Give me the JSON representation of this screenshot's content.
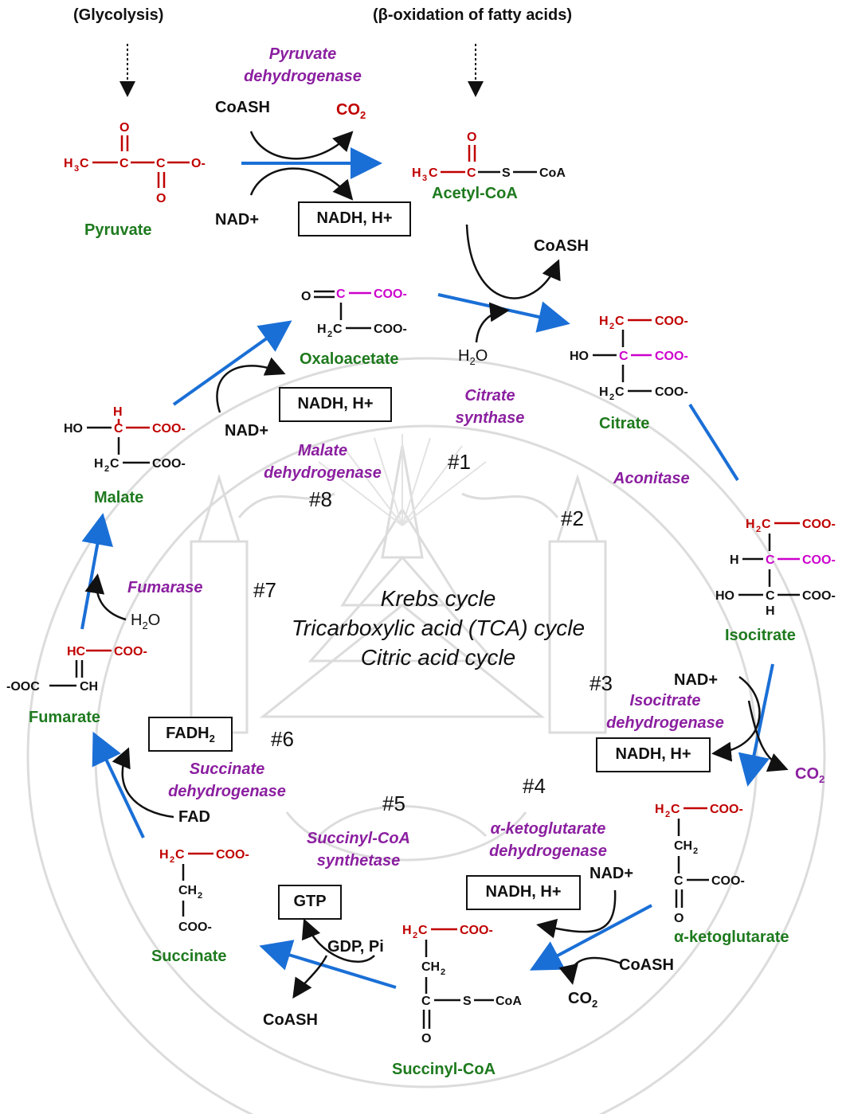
{
  "top": {
    "glycolysis": "(Glycolysis)",
    "beta_oxidation": "(β-oxidation of fatty acids)"
  },
  "center": {
    "line1": "Krebs cycle",
    "line2": "Tricarboxylic acid (TCA) cycle",
    "line3": "Citric acid cycle"
  },
  "compounds": {
    "pyruvate": "Pyruvate",
    "acetyl_coa": "Acetyl-CoA",
    "oxaloacetate": "Oxaloacetate",
    "citrate": "Citrate",
    "isocitrate": "Isocitrate",
    "alpha_kg": "α-ketoglutarate",
    "succinyl_coa": "Succinyl-CoA",
    "succinate": "Succinate",
    "fumarate": "Fumarate",
    "malate": "Malate"
  },
  "enzymes": {
    "pdh_1": "Pyruvate",
    "pdh_2": "dehydrogenase",
    "cs_1": "Citrate",
    "cs_2": "synthase",
    "aconitase": "Aconitase",
    "idh_1": "Isocitrate",
    "idh_2": "dehydrogenase",
    "akgdh_1": "α-ketoglutarate",
    "akgdh_2": "dehydrogenase",
    "scs_1": "Succinyl-CoA",
    "scs_2": "synthetase",
    "sdh_1": "Succinate",
    "sdh_2": "dehydrogenase",
    "fumarase": "Fumarase",
    "mdh_1": "Malate",
    "mdh_2": "dehydrogenase"
  },
  "cofactors": {
    "coash_pdh": "CoASH",
    "co2_pdh": "CO",
    "nad_pdh": "NAD+",
    "nadh_pdh": "NADH, H+",
    "coash_cs": "CoASH",
    "h2o_cs": "H",
    "nad_idh": "NAD+",
    "nadh_idh": "NADH, H+",
    "co2_idh": "CO",
    "nad_akg": "NAD+",
    "nadh_akg": "NADH, H+",
    "coash_akg": "CoASH",
    "co2_akg": "CO",
    "gtp": "GTP",
    "gdp": "GDP, Pi",
    "coash_scs": "CoASH",
    "fad": "FAD",
    "fadh2": "FADH",
    "h2o_fum": "H",
    "nad_mdh": "NAD+",
    "nadh_mdh": "NADH, H+"
  },
  "steps": {
    "s1": "#1",
    "s2": "#2",
    "s3": "#3",
    "s4": "#4",
    "s5": "#5",
    "s6": "#6",
    "s7": "#7",
    "s8": "#8"
  },
  "colors": {
    "compound_label": "#1e7a1e",
    "enzyme_label": "#8b1fa0",
    "carbon_red": "#c00000",
    "carbon_magenta": "#cc00cc",
    "flow_arrow": "#1a6fd6",
    "watermark": "#d9d9d9"
  }
}
